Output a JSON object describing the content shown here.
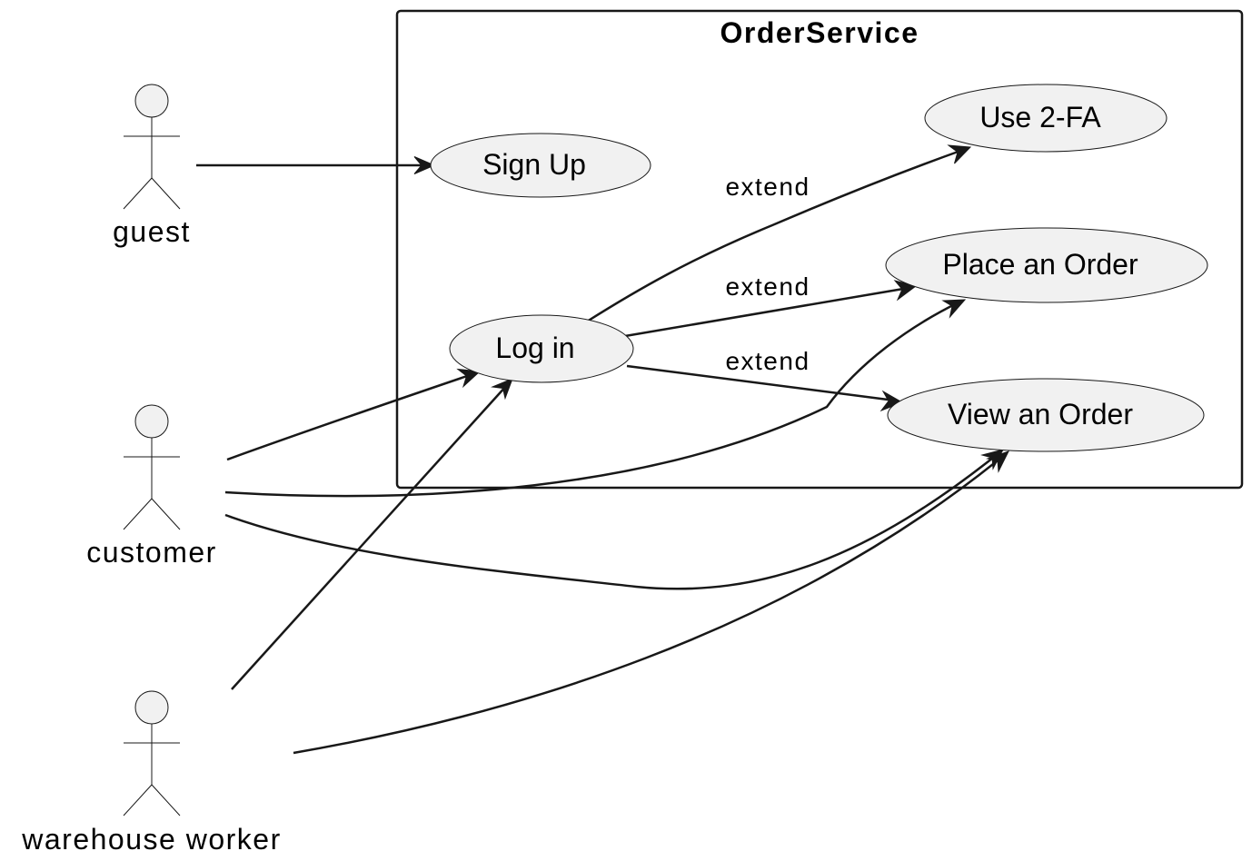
{
  "diagram": {
    "system": {
      "title": "OrderService"
    },
    "use_cases": {
      "sign_up": "Sign Up",
      "log_in": "Log in",
      "use_2fa": "Use 2-FA",
      "place_order": "Place an Order",
      "view_order": "View an Order"
    },
    "actors": {
      "guest": "guest",
      "customer": "customer",
      "warehouse_worker": "warehouse worker"
    },
    "relations": {
      "extend_2fa": "extend",
      "extend_place": "extend",
      "extend_view": "extend"
    },
    "colors": {
      "line": "#181818",
      "fill": "#f1f1f1",
      "background": "#ffffff"
    }
  }
}
